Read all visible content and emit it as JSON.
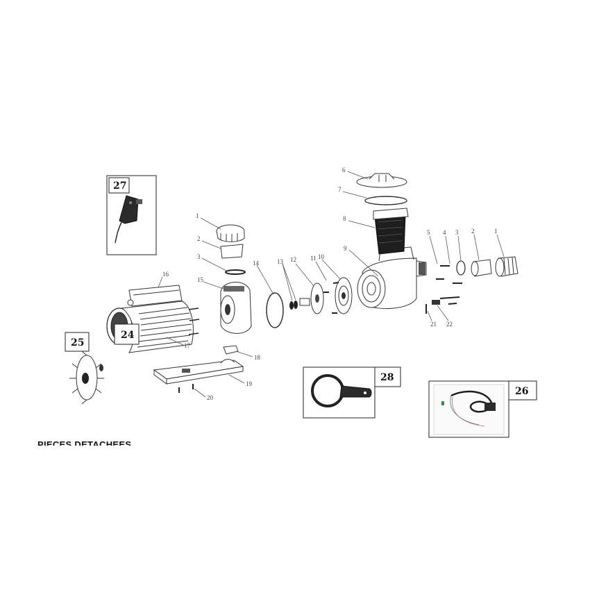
{
  "labels": {
    "l1a": "1",
    "l2a": "2",
    "l3a": "3",
    "l4": "4",
    "l5": "5",
    "l6": "6",
    "l7": "7",
    "l8": "8",
    "l9": "9",
    "l10": "10",
    "l11": "11",
    "l12": "12",
    "l13": "13",
    "l14": "14",
    "l15": "15",
    "l16": "16",
    "l17": "17",
    "l18": "18",
    "l19": "19",
    "l20": "20",
    "l21": "21",
    "l22": "22",
    "l1b": "1",
    "l2b": "2",
    "l3b": "3"
  },
  "boxes": {
    "b24": "24",
    "b25": "25",
    "b26": "26",
    "b27": "27",
    "b28": "28"
  },
  "footer": "PIECES DETACHEES"
}
